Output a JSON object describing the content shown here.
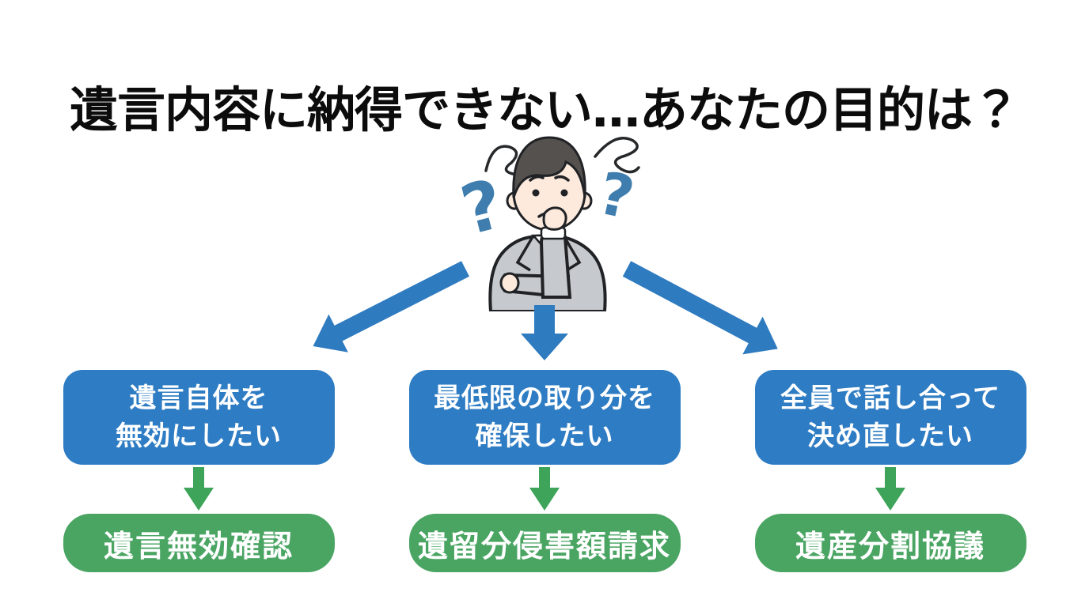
{
  "title": "遺言内容に納得できない…あなたの目的は？",
  "icons": {
    "question_mark": "?"
  },
  "colors": {
    "goal_box_blue": "#2e7cc3",
    "action_box_green": "#4aa563",
    "branch_arrow_blue": "#2f7bc0",
    "down_arrow_green": "#3ea45a",
    "title_text": "#0c0c0c",
    "box_text": "#ffffff"
  },
  "columns": [
    {
      "goal_line1": "遺言自体を",
      "goal_line2": "無効にしたい",
      "action": "遺言無効確認"
    },
    {
      "goal_line1": "最低限の取り分を",
      "goal_line2": "確保したい",
      "action": "遺留分侵害額請求"
    },
    {
      "goal_line1": "全員で話し合って",
      "goal_line2": "決め直したい",
      "action": "遺産分割協議"
    }
  ]
}
